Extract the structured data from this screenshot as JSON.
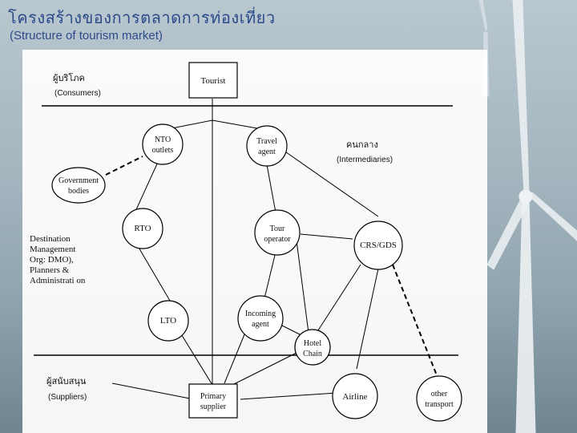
{
  "title": {
    "thai": "โครงสร้างของการตลาดการท่องเที่ยว",
    "english": "(Structure of tourism market)"
  },
  "sections": {
    "consumers_th": "ผู้บริโภค",
    "consumers_en": "(Consumers)",
    "intermediaries_th": "คนกลาง",
    "intermediaries_en": "(Intermediaries)",
    "suppliers_th": "ผู้สนับสนุน",
    "suppliers_en": "(Suppliers)"
  },
  "nodes": {
    "tourist": "Tourist",
    "nto_outlets": "NTO outlets",
    "travel_agent": "Travel agent",
    "government_bodies": "Government bodies",
    "rto": "RTO",
    "tour_operator": "Tour operator",
    "crs_gds": "CRS/GDS",
    "dmo": "Destination Management Org: DMO), Planners & Administrati on",
    "lto": "LTO",
    "incoming_agent": "Incoming agent",
    "hotel_chain": "Hotel Chain",
    "primary_supplier": "Primary supplier",
    "airline": "Airline",
    "other_transport": "other transport"
  },
  "colors": {
    "title": "#2b4a8a",
    "line": "#000000",
    "panel": "#ffffff"
  }
}
